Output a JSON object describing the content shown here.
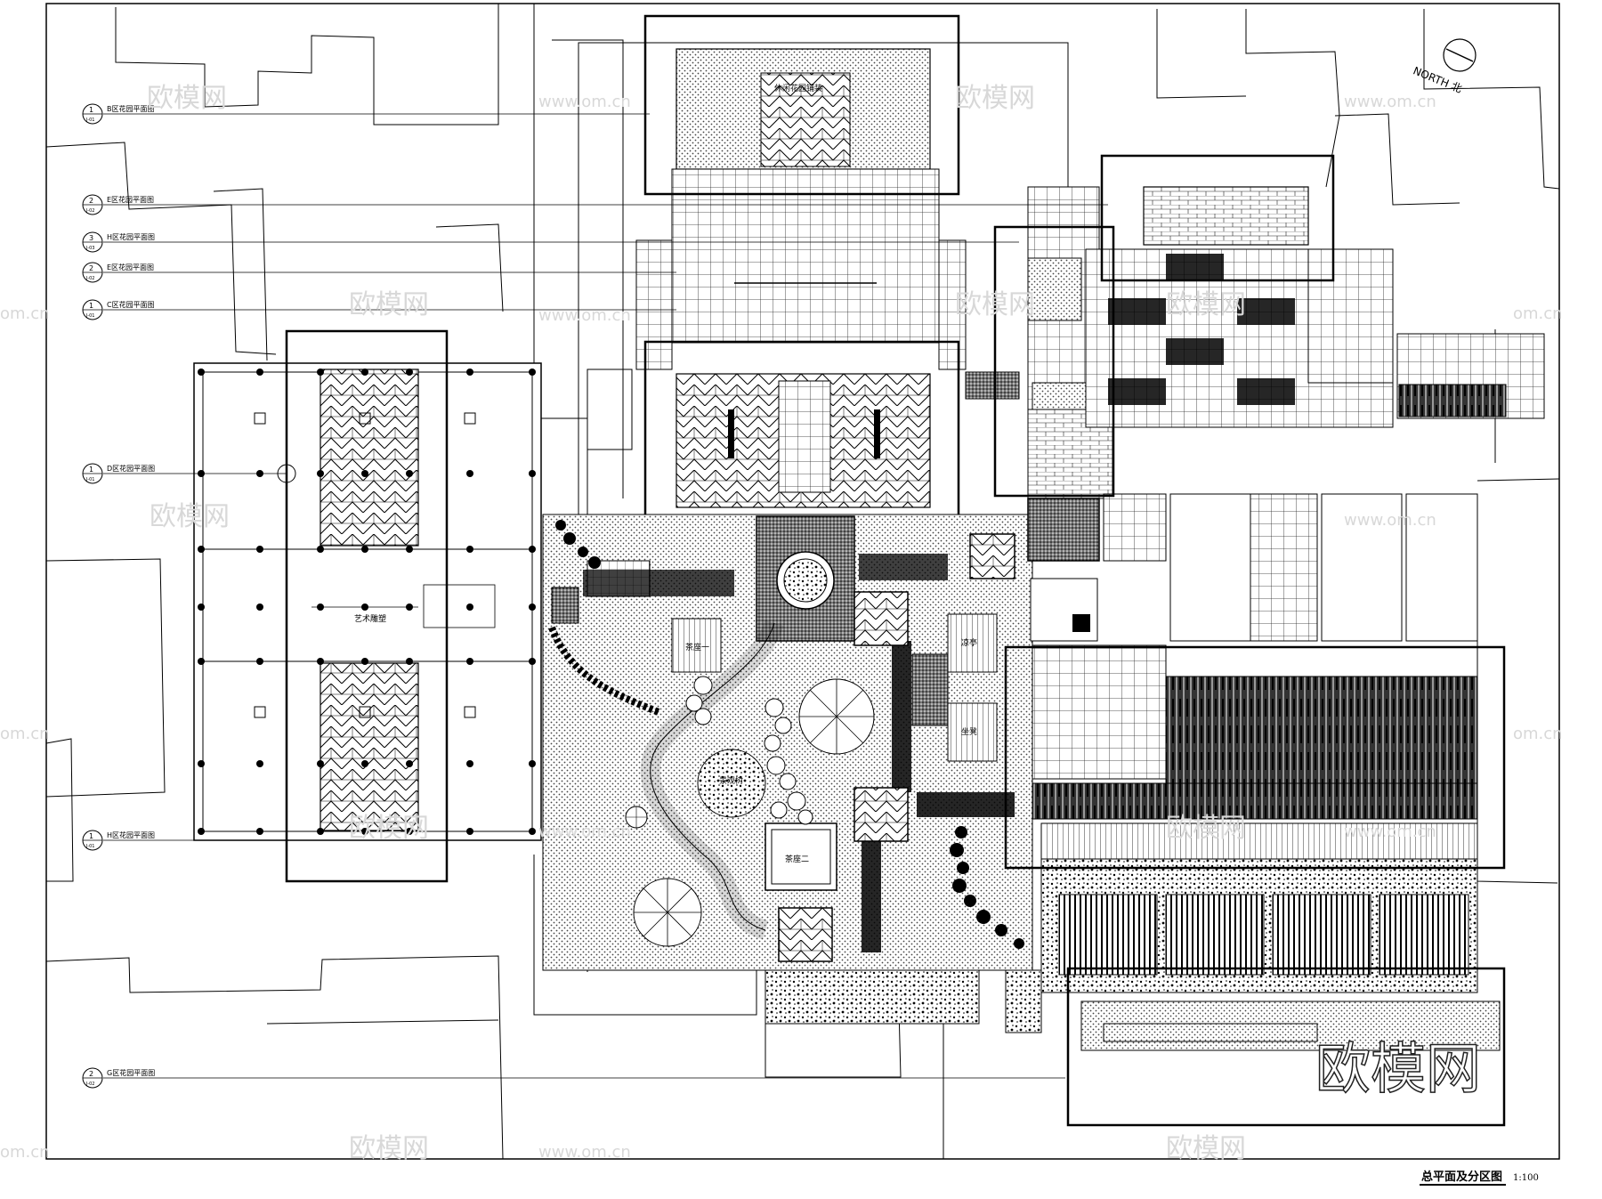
{
  "drawing": {
    "title": "总平面及分区图",
    "scale": "1:100",
    "north_label": "NORTH 北"
  },
  "watermarks": {
    "logo_text": "欧模网",
    "site_text": "www.om.cn",
    "partial_text": "om.cn"
  },
  "section_markers": [
    {
      "num": "1",
      "sheet": "J-01",
      "label": "B区花园平面图"
    },
    {
      "num": "2",
      "sheet": "J-02",
      "label": "E区花园平面图"
    },
    {
      "num": "3",
      "sheet": "J-03",
      "label": "H区花园平面图"
    },
    {
      "num": "2",
      "sheet": "J-02",
      "label": "E区花园平面图"
    },
    {
      "num": "1",
      "sheet": "J-01",
      "label": "C区花园平面图"
    },
    {
      "num": "1",
      "sheet": "J-01",
      "label": "D区花园平面图"
    },
    {
      "num": "1",
      "sheet": "J-01",
      "label": "H区花园平面图"
    },
    {
      "num": "2",
      "sheet": "J-02",
      "label": "G区花园平面图"
    }
  ],
  "plan_labels": {
    "sculpture": "艺术雕塑",
    "tea_seat_two": "茶座二",
    "tea_seat_one": "茶座一",
    "kiosk": "凉亭",
    "feature": "景观树",
    "top_panel": "休闲花园铺装",
    "bench": "坐凳"
  }
}
